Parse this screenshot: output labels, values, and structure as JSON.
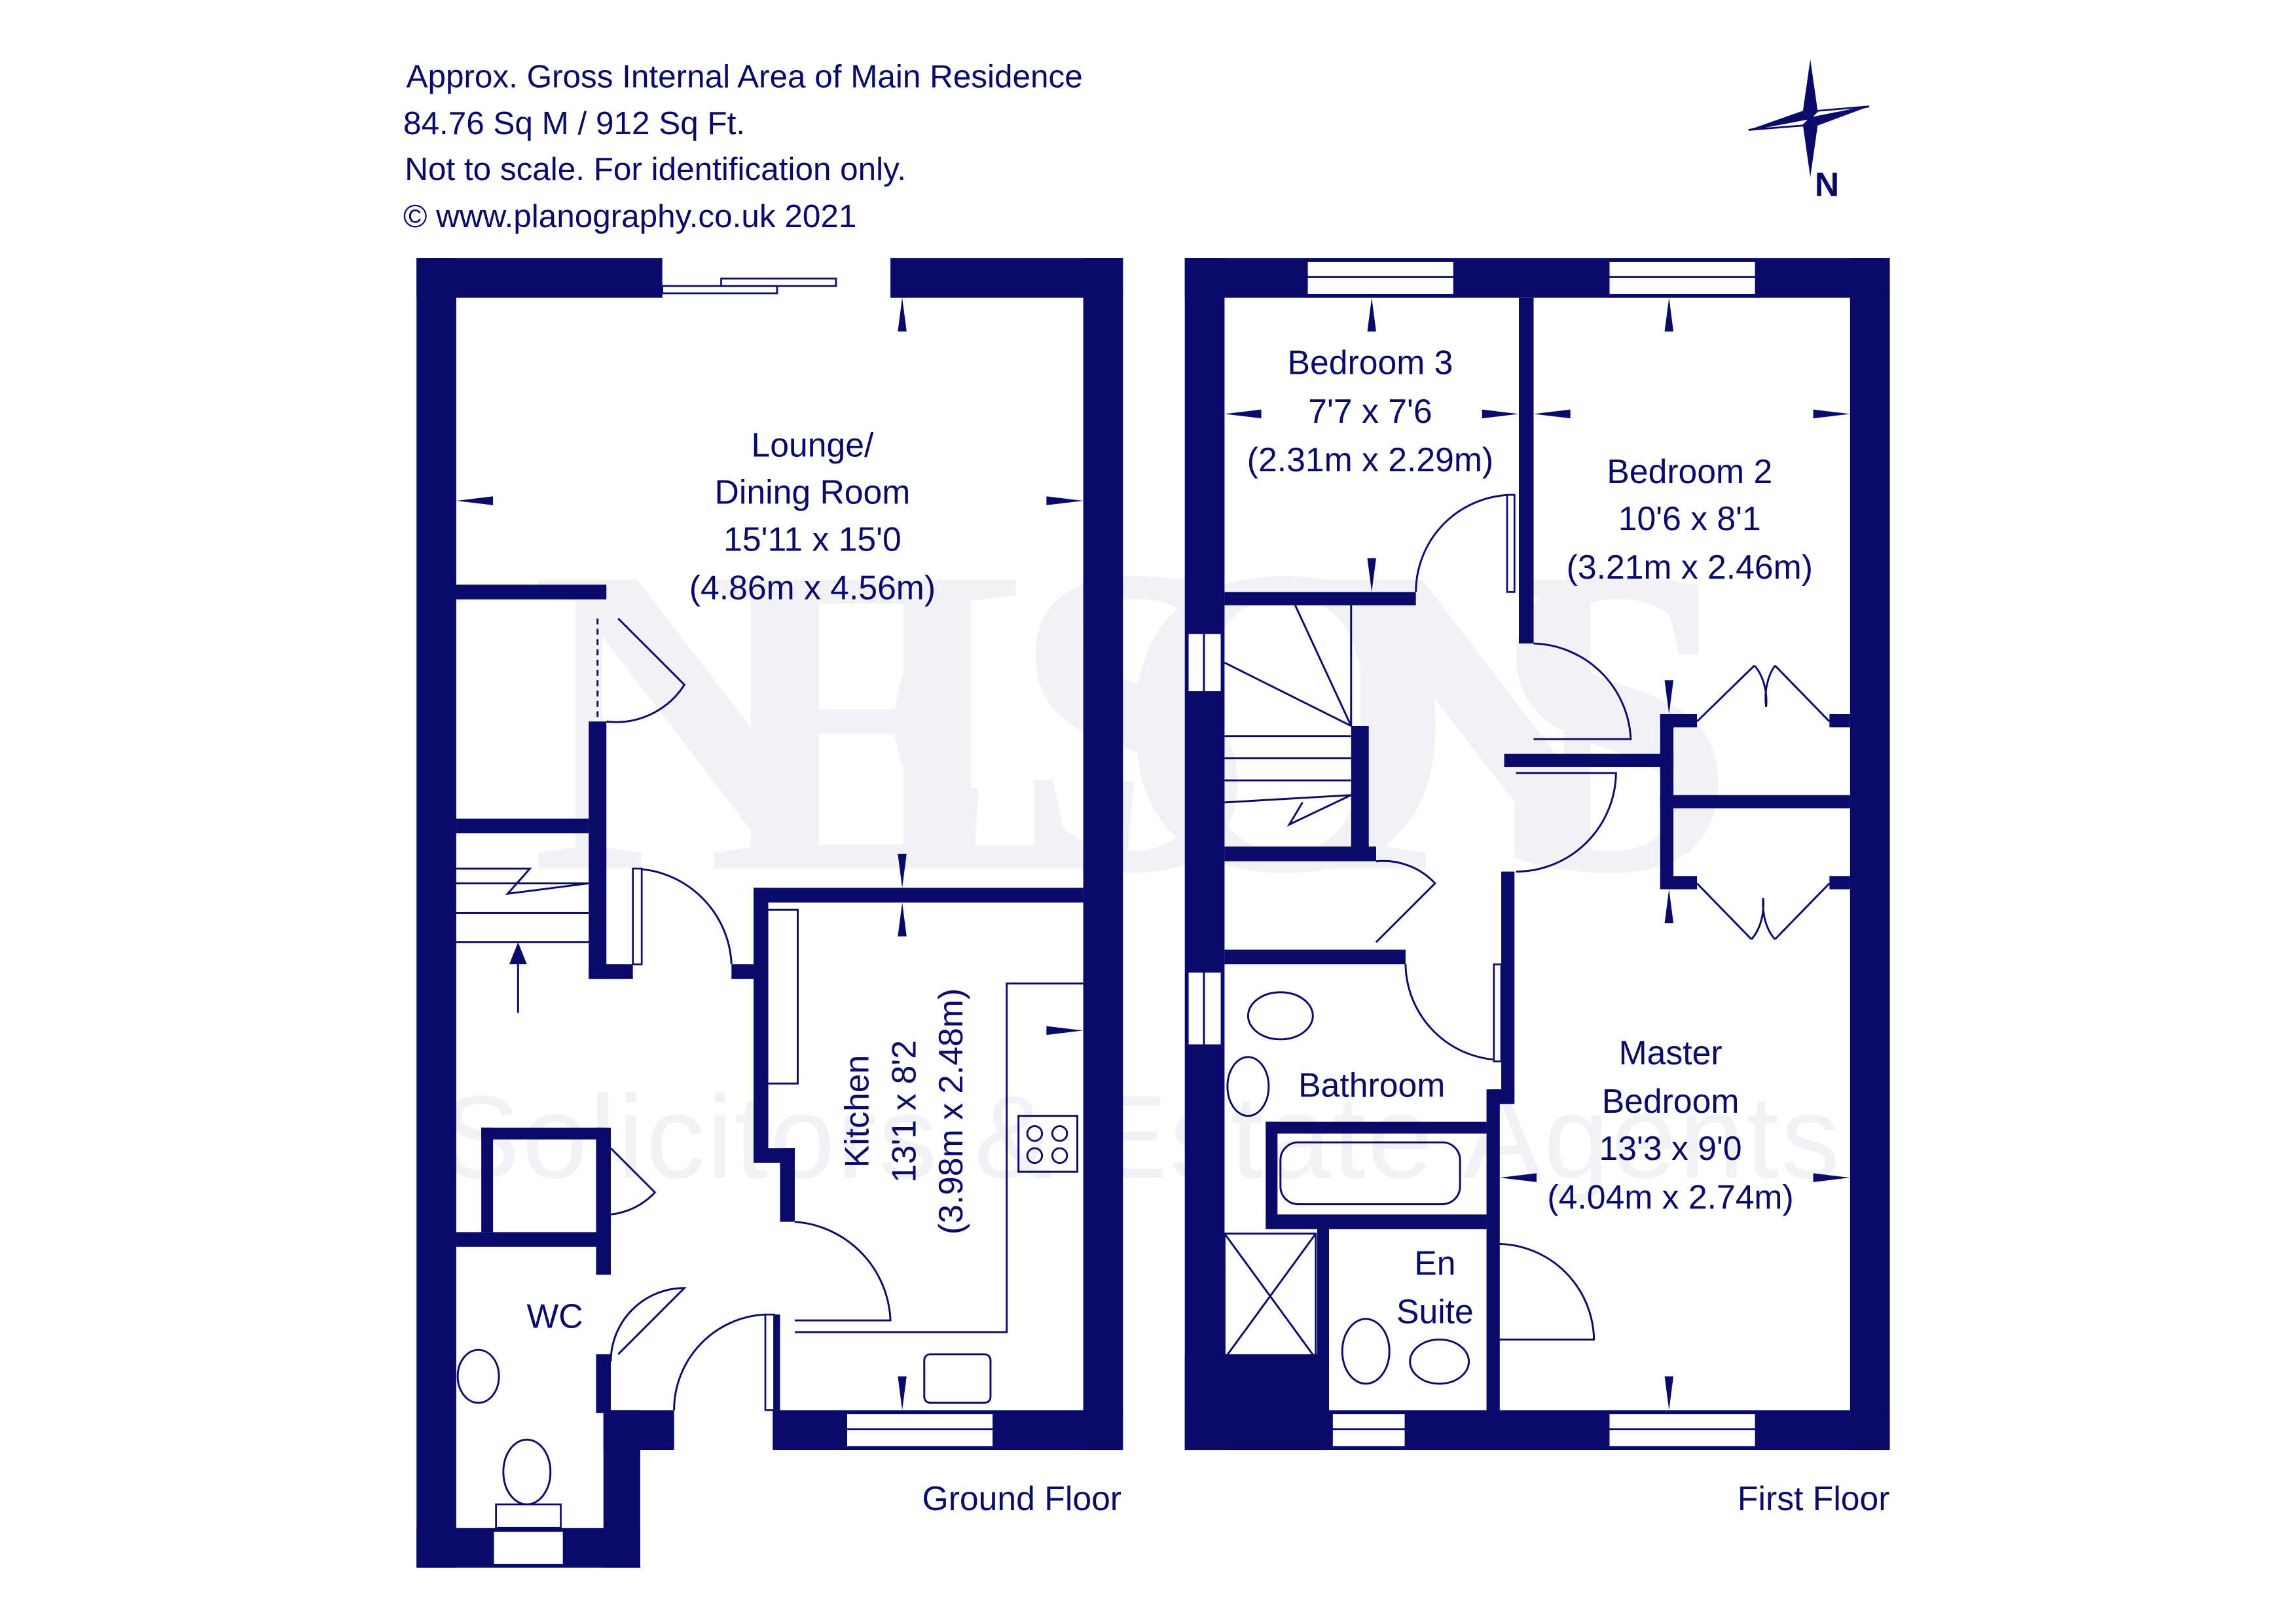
{
  "header": {
    "line1": "Approx. Gross Internal Area of Main Residence",
    "line2": "84.76 Sq M / 912 Sq Ft.",
    "line3": "Not to scale. For identification only.",
    "line4": "© www.planography.co.uk 2021"
  },
  "compass": {
    "north_label": "N"
  },
  "watermark": {
    "brand": "NELSONS",
    "tagline": "Solicitors & Estate Agents"
  },
  "colors": {
    "wall": "#0a0a6b"
  },
  "ground_floor": {
    "label": "Ground Floor",
    "rooms": {
      "lounge": {
        "name1": "Lounge/",
        "name2": "Dining Room",
        "imperial": "15'11 x 15'0",
        "metric": "(4.86m x 4.56m)"
      },
      "kitchen": {
        "name": "Kitchen",
        "imperial": "13'1 x 8'2",
        "metric": "(3.98m x 2.48m)"
      },
      "wc": {
        "name": "WC"
      }
    }
  },
  "first_floor": {
    "label": "First Floor",
    "rooms": {
      "bedroom3": {
        "name": "Bedroom 3",
        "imperial": "7'7 x 7'6",
        "metric": "(2.31m x 2.29m)"
      },
      "bedroom2": {
        "name": "Bedroom 2",
        "imperial": "10'6 x 8'1",
        "metric": "(3.21m x 2.46m)"
      },
      "bathroom": {
        "name": "Bathroom"
      },
      "ensuite": {
        "name1": "En",
        "name2": "Suite"
      },
      "master": {
        "name1": "Master",
        "name2": "Bedroom",
        "imperial": "13'3 x 9'0",
        "metric": "(4.04m x 2.74m)"
      }
    }
  }
}
